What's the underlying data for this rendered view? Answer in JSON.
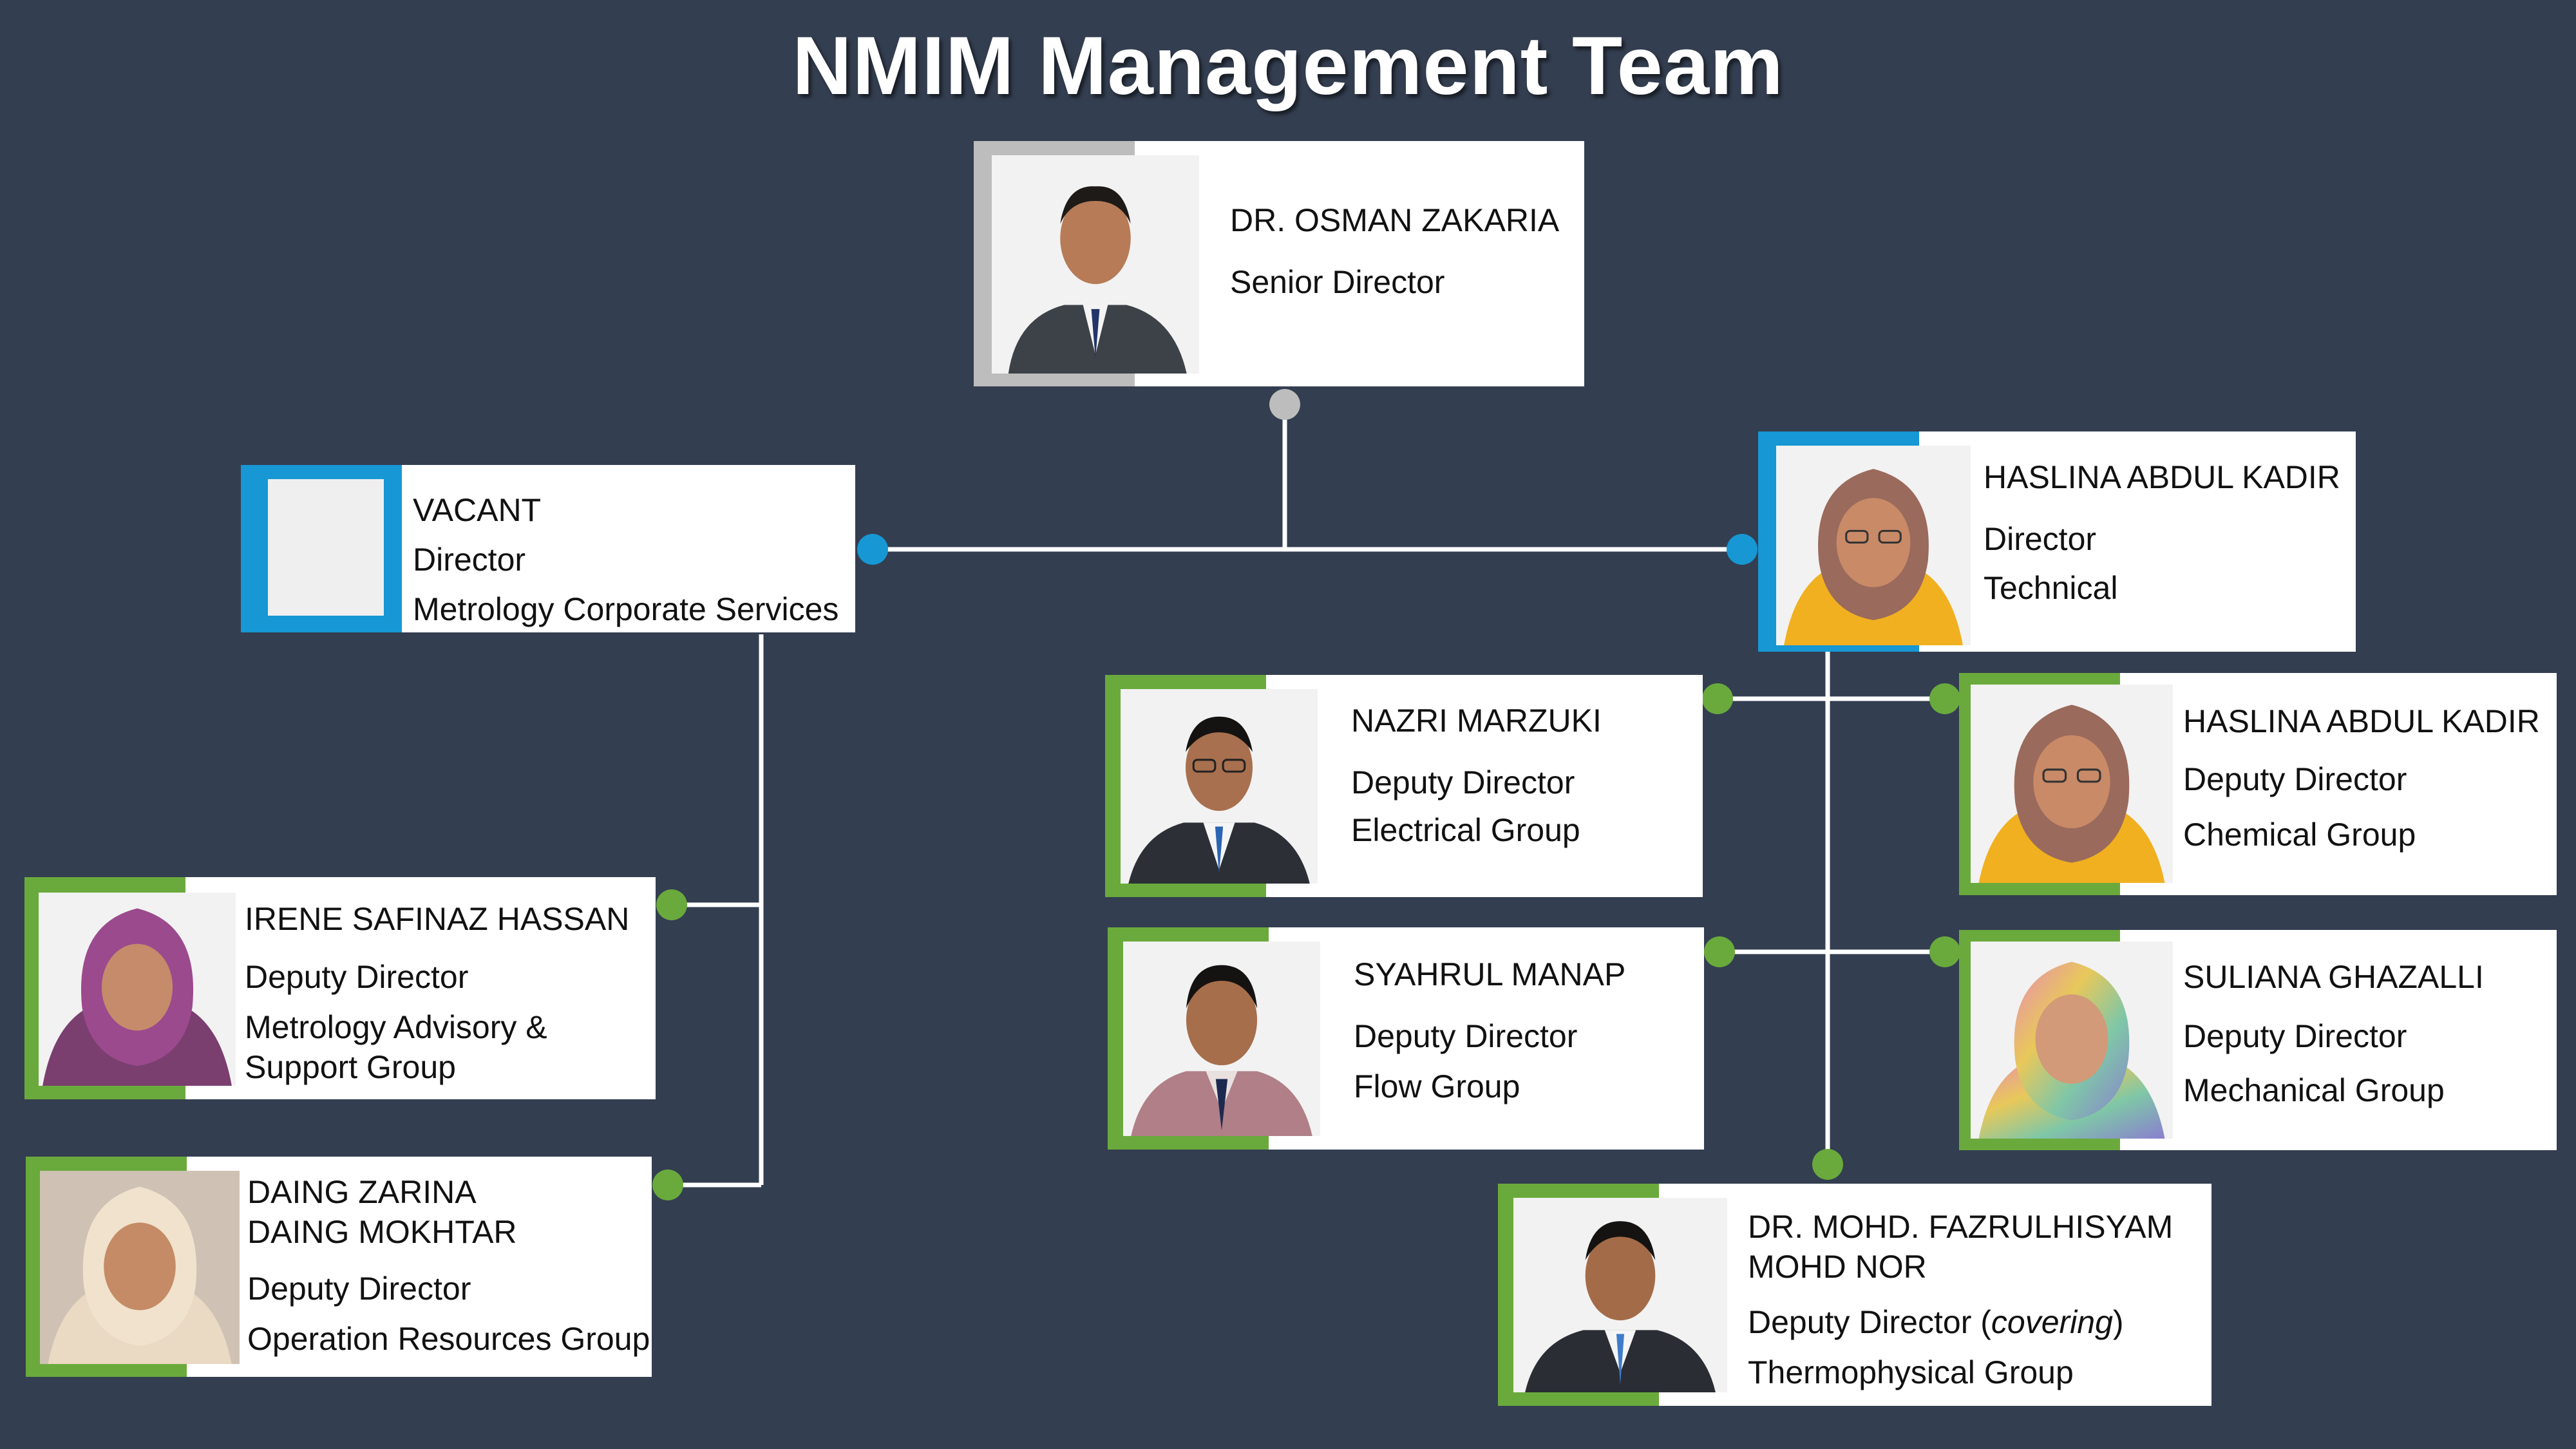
{
  "title": "NMIM Management Team",
  "colors": {
    "background": "#333e50",
    "senior": "#bdbdbd",
    "director": "#1797d3",
    "deputy": "#6aaa3c",
    "connector": "#ffffff"
  },
  "cards": {
    "senior": {
      "name": "DR. OSMAN ZAKARIA",
      "role": "Senior Director"
    },
    "vacant": {
      "name": "VACANT",
      "role": "Director",
      "group": "Metrology Corporate Services"
    },
    "technical": {
      "name": "HASLINA ABDUL KADIR",
      "role": "Director",
      "group": "Technical"
    },
    "nazri": {
      "name": "NAZRI MARZUKI",
      "role": "Deputy Director",
      "group": "Electrical Group"
    },
    "haslina_chem": {
      "name": "HASLINA ABDUL KADIR",
      "role": "Deputy Director",
      "group": "Chemical Group"
    },
    "syahrul": {
      "name": "SYAHRUL MANAP",
      "role": "Deputy Director",
      "group": "Flow Group"
    },
    "suliana": {
      "name": "SULIANA GHAZALLI",
      "role": "Deputy Director",
      "group": "Mechanical Group"
    },
    "irene": {
      "name": "IRENE SAFINAZ HASSAN",
      "role": "Deputy Director",
      "group_line1": "Metrology Advisory &",
      "group_line2": "Support Group"
    },
    "daing": {
      "name_line1": "DAING ZARINA",
      "name_line2": "DAING MOKHTAR",
      "role": "Deputy Director",
      "group": "Operation Resources Group"
    },
    "fazrul": {
      "name_line1": "DR. MOHD. FAZRULHISYAM",
      "name_line2": "MOHD NOR",
      "role_prefix": "Deputy Director (",
      "role_italic": "covering",
      "role_suffix": ")",
      "group": "Thermophysical Group"
    }
  }
}
